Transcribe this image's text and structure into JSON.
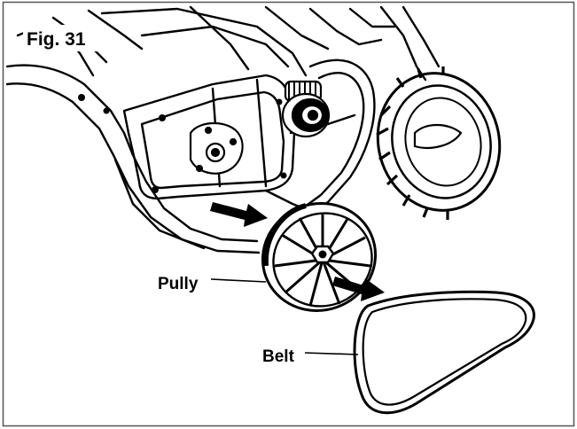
{
  "figure": {
    "title": "Fig. 31",
    "labels": {
      "pulley": "Pully",
      "belt": "Belt"
    }
  },
  "colors": {
    "ink": "#000000",
    "paper": "#ffffff",
    "frame": "#555555"
  }
}
